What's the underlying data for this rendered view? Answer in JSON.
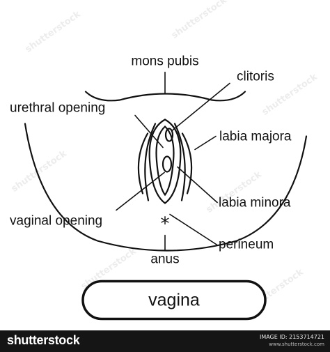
{
  "labels": {
    "mons_pubis": "mons pubis",
    "clitoris": "clitoris",
    "urethral_opening": "urethral opening",
    "labia_majora": "labia majora",
    "labia_minora": "labia minora",
    "vaginal_opening": "vaginal opening",
    "perineum": "perineum",
    "anus": "anus"
  },
  "title": "vagina",
  "footer": {
    "brand": "shutterstock",
    "image_id": "IMAGE ID: 2153714721",
    "site": "www.shutterstock.com"
  },
  "colors": {
    "ink": "#111111",
    "footer_bg": "#151515",
    "background": "#ffffff"
  }
}
